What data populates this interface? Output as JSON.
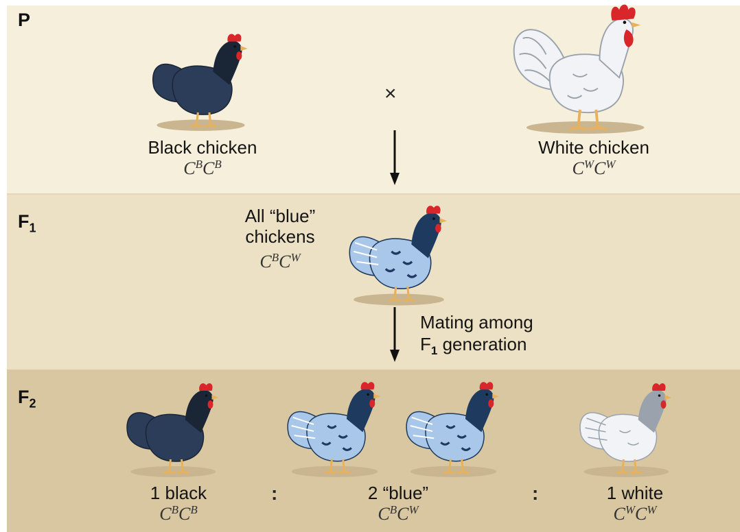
{
  "generations": {
    "p": "P",
    "f1_letter": "F",
    "f1_sub": "1",
    "f2_letter": "F",
    "f2_sub": "2"
  },
  "cross_symbol": "×",
  "parents": {
    "black": {
      "label": "Black chicken",
      "g1": "C",
      "s1": "B",
      "g2": "C",
      "s2": "B"
    },
    "white": {
      "label": "White chicken",
      "g1": "C",
      "s1": "W",
      "g2": "C",
      "s2": "W"
    }
  },
  "f1": {
    "label_line1": "All “blue”",
    "label_line2": "chickens",
    "g1": "C",
    "s1": "B",
    "g2": "C",
    "s2": "W"
  },
  "mating": {
    "line1": "Mating among",
    "line2_letter": "F",
    "line2_sub": "1",
    "line2_rest": " generation"
  },
  "f2": {
    "black": {
      "label": "1 black",
      "g1": "C",
      "s1": "B",
      "g2": "C",
      "s2": "B"
    },
    "blue": {
      "label": "2 “blue”",
      "g1": "C",
      "s1": "B",
      "g2": "C",
      "s2": "W"
    },
    "white": {
      "label": "1 white",
      "g1": "C",
      "s1": "W",
      "g2": "C",
      "s2": "W"
    },
    "colon": ":"
  },
  "colors": {
    "black_body": "#2b3d58",
    "black_dark": "#1a2536",
    "blue_body": "#a9c7e8",
    "blue_dark": "#1e3a5e",
    "white_body": "#f1f3f6",
    "white_line": "#9aa3ad",
    "comb": "#d9262a",
    "legs": "#e8b25c",
    "shadow": "#c9b590"
  }
}
